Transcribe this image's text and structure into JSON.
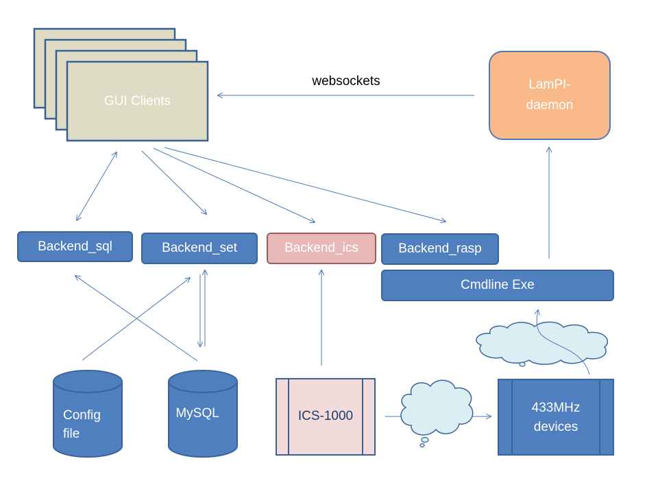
{
  "edges": {
    "websockets": "websockets"
  },
  "nodes": {
    "gui_clients": "GUI Clients",
    "lampi_daemon": "LamPI-\ndaemon",
    "backend_sql": "Backend_sql",
    "backend_set": "Backend_set",
    "backend_ics": "Backend_ics",
    "backend_rasp": "Backend_rasp",
    "cmdline_exe": "Cmdline Exe",
    "config_file": "Config\nfile",
    "mysql": "MySQL",
    "ics_1000": "ICS-1000",
    "devices_433": "433MHz\ndevices"
  },
  "colors": {
    "gui_fill": "#dedcc4",
    "gui_stroke": "#3a5f95",
    "box_fill": "#4f7fbf",
    "ics_fill": "#f2dcdb",
    "lampi_fill": "#fab989",
    "cloud_fill": "#dbeef4",
    "arrow": "#4a7ab5"
  },
  "icons": [
    "cylinder-icon",
    "cloud-icon"
  ]
}
